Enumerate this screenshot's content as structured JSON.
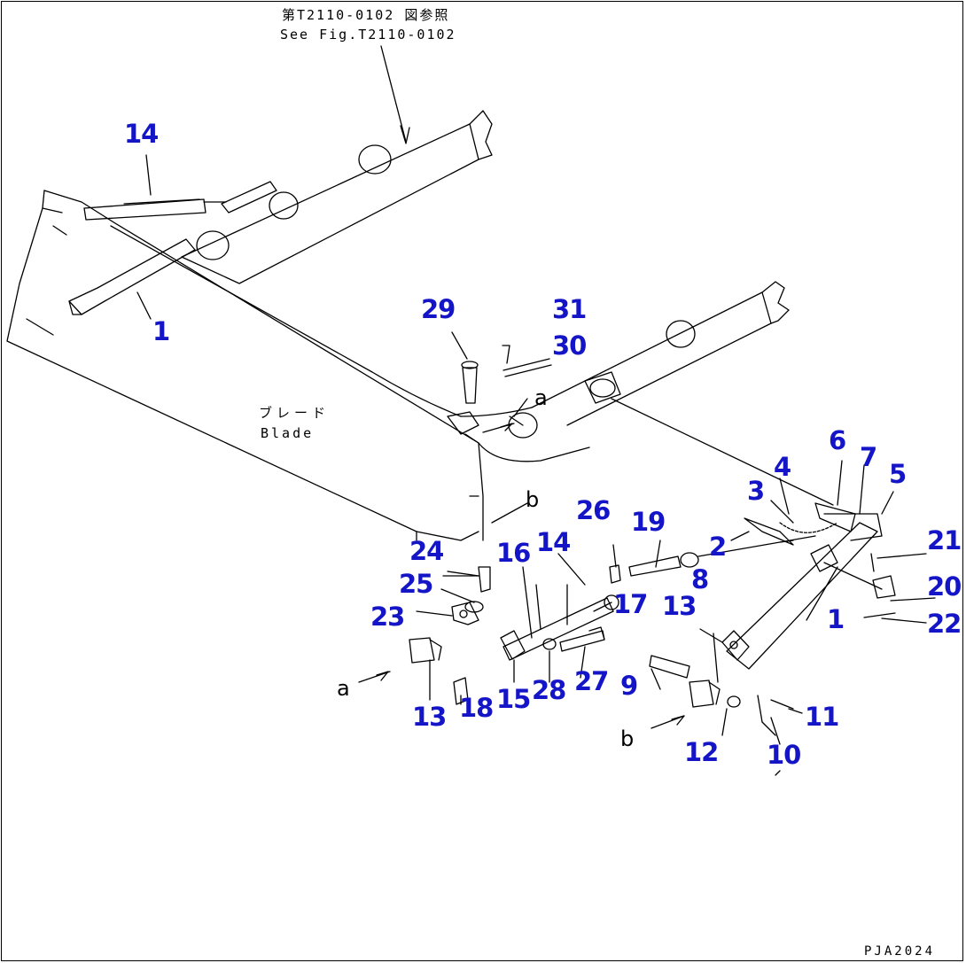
{
  "header": {
    "ref_jp": "第T2110-0102 図参照",
    "ref_en": "See Fig.T2110-0102"
  },
  "blade": {
    "jp": "ブレード",
    "en": "Blade"
  },
  "figure_code": "PJA2024",
  "view_refs": {
    "a": "a",
    "b": "b"
  },
  "parts": [
    "1",
    "2",
    "3",
    "4",
    "5",
    "6",
    "7",
    "8",
    "9",
    "10",
    "11",
    "12",
    "13",
    "14",
    "15",
    "16",
    "17",
    "18",
    "19",
    "20",
    "21",
    "22",
    "23",
    "24",
    "25",
    "26",
    "27",
    "28",
    "29",
    "30",
    "31"
  ],
  "colors": {
    "callout": "#1515c8",
    "line": "#000000",
    "background": "#ffffff"
  }
}
